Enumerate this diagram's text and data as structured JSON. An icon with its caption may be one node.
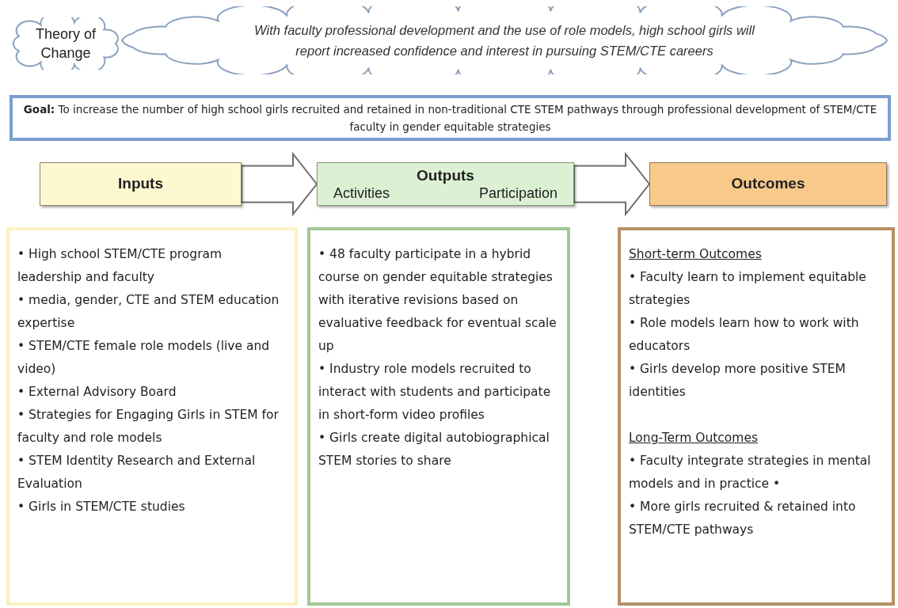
{
  "diagram": {
    "nodes": [
      {
        "text": [
          "Theory of Change"
        ]
      },
      {
        "text": [
          "With faculty professional development and the use of role models, high school girls will report increased confidence and interest in pursuing STEM/CTE careers"
        ]
      },
      {
        "text": [
          "**Goal:** To increase the number of high school girls recruited and retained in non-traditional CTE STEM pathways through professional development of STEM/CTE faculty in gender equitable strategies"
        ]
      },
      {
        "text": [
          "Inputs"
        ]
      },
      {
        "text": [
          "Outputs",
          "Activities",
          "Participation"
        ]
      },
      {
        "text": [
          "Outcomes"
        ]
      },
      {
        "text": [
          "• High school STEM/CTE program leadership and faculty",
          "• media, gender, CTE and STEM education expertise",
          "• STEM/CTE female role models (live and video)",
          "• External Advisory Board",
          "• Strategies for Engaging Girls in STEM for faculty and role models",
          "• STEM Identity Research and External Evaluation",
          "• Girls in STEM/CTE studies"
        ]
      },
      {
        "text": [
          "• 48 faculty participate in a hybrid course on gender equitable strategies with iterative revisions based on evaluative feedback for eventual scale up",
          "• Industry role models recruited to interact with students and participate in short-form video profiles",
          "• Girls create digital autobiographical STEM stories to share"
        ]
      },
      {
        "text": [
          "Short-term Outcomes",
          "• Faculty learn to implement equitable strategies",
          "• Role models learn how to work with educators",
          "• Girls develop more positive STEM identities",
          "Long-Term Outcomes",
          "• Faculty integrate strategies in mental models and in practice •",
          "• More girls recruited & retained into STEM/CTE pathways"
        ]
      }
    ],
    "edges": [
      {
        "from": 3,
        "to": 4,
        "arrow": "to",
        "style": "thick"
      },
      {
        "from": 4,
        "to": 5,
        "arrow": "to",
        "style": "thick"
      }
    ]
  }
}
